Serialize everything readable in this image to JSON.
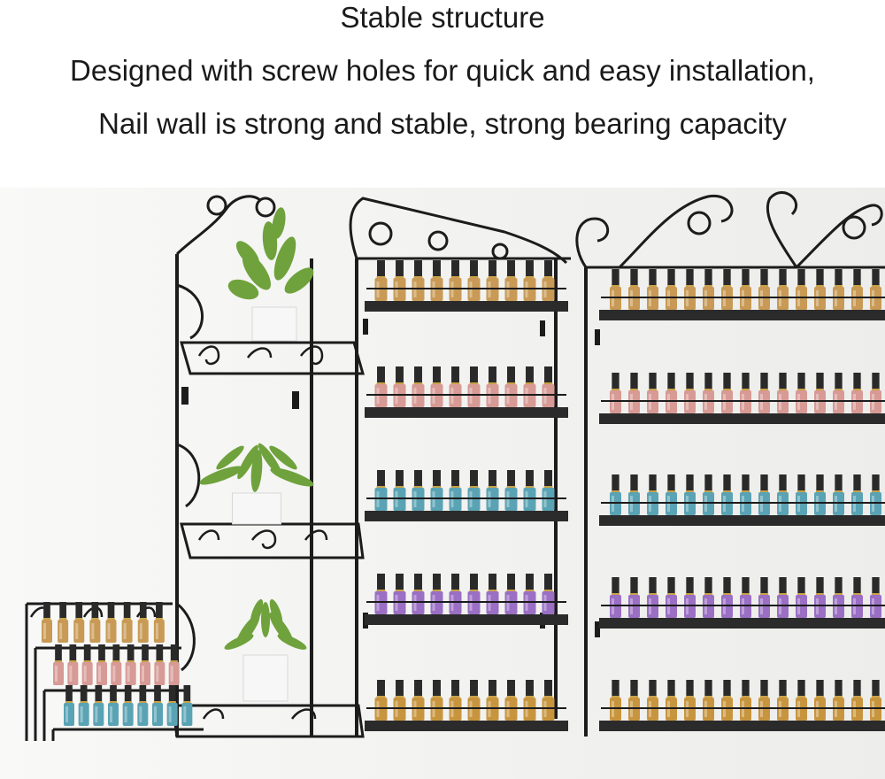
{
  "caption": {
    "line1": "Stable structure",
    "line2": "Designed with screw holes for quick and easy installation,",
    "line3": "Nail wall is strong and stable, strong bearing capacity"
  },
  "photo": {
    "subject": "wall-mounted nail polish display racks",
    "colors": {
      "wall": "#f3f3f1",
      "metal": "#1c1c1c",
      "shelf": "#2b2b2b",
      "pot": "#f7f7f7",
      "leaf": "#6fa23c",
      "cap": "#2a2a2a",
      "gold": "#c9a24a"
    },
    "polish_colors": [
      "#c89a55",
      "#d79a95",
      "#5aa3b4",
      "#9a6fc4",
      "#c8953f"
    ]
  }
}
